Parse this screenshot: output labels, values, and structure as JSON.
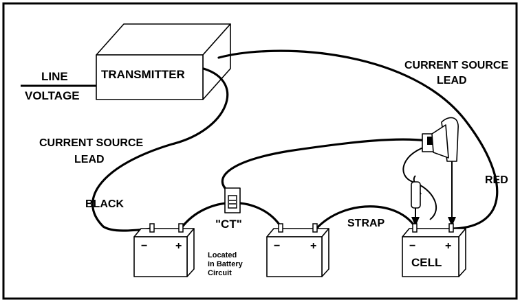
{
  "labels": {
    "line": "LINE",
    "voltage": "VOLTAGE",
    "transmitter": "TRANSMITTER",
    "current_source_lead_right_1": "CURRENT SOURCE",
    "current_source_lead_right_2": "LEAD",
    "current_source_lead_left_1": "CURRENT SOURCE",
    "current_source_lead_left_2": "LEAD",
    "black": "BLACK",
    "red": "RED",
    "ct": "\"CT\"",
    "strap": "STRAP",
    "cell": "CELL",
    "located_1": "Located",
    "located_2": "in Battery",
    "located_3": "Circuit"
  },
  "terminals": {
    "minus": "−",
    "plus": "+"
  },
  "colors": {
    "border": "#000000",
    "background": "#ffffff",
    "ink": "#000000"
  }
}
